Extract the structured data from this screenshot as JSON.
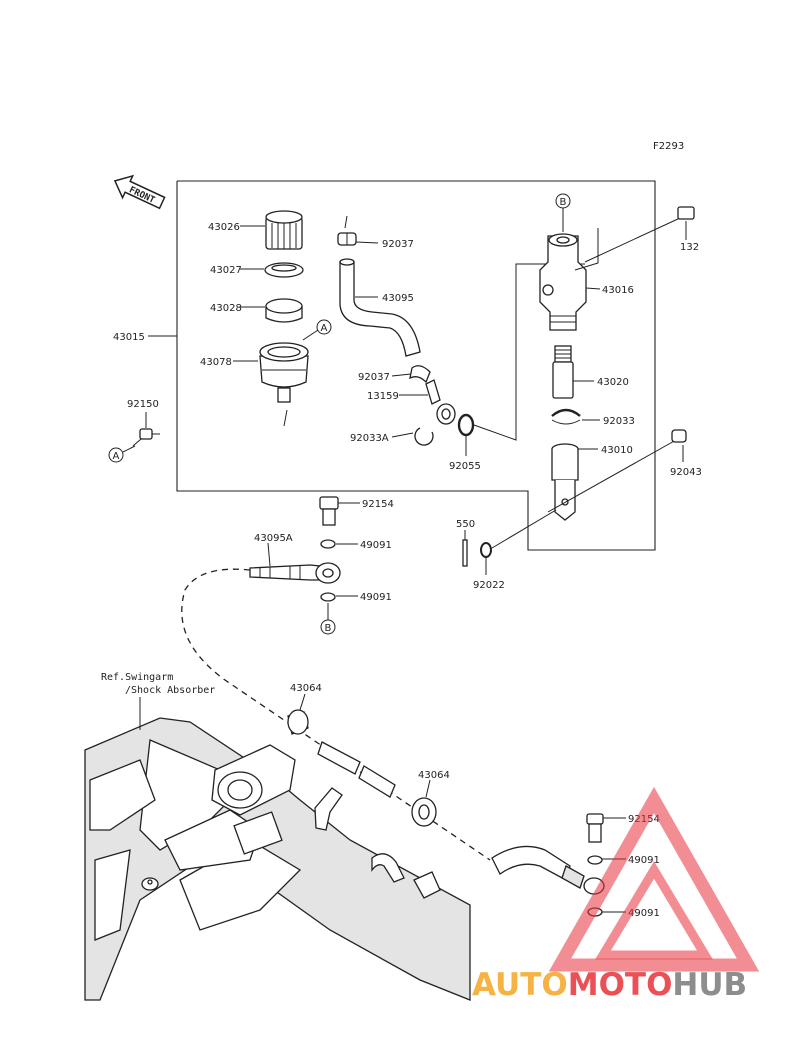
{
  "figure_code": "F2293",
  "front_marker": "FRONT",
  "reference_note": [
    "Ref.Swingarm",
    "/Shock Absorber"
  ],
  "callout_letters": [
    "A",
    "B"
  ],
  "part_labels": {
    "p43026": "43026",
    "p43027": "43027",
    "p43028": "43028",
    "p43078": "43078",
    "p43015": "43015",
    "p92150": "92150",
    "p92037a": "92037",
    "p43095": "43095",
    "p92037b": "92037",
    "p13159": "13159",
    "p92033A": "92033A",
    "p92055": "92055",
    "p43016": "43016",
    "p132": "132",
    "p43020": "43020",
    "p92033": "92033",
    "p43010": "43010",
    "p92043": "92043",
    "p550": "550",
    "p92022": "92022",
    "p92154a": "92154",
    "p49091a": "49091",
    "p43095A": "43095A",
    "p49091b": "49091",
    "p43064a": "43064",
    "p43064b": "43064",
    "p92154b": "92154",
    "p49091c": "49091",
    "p49091d": "49091"
  },
  "watermark": {
    "part1": "AUTO",
    "part2": "MOTO",
    "part3": "HUB",
    "color1": "#f5a623",
    "color2": "#e8323a",
    "color3": "#7a7a7a"
  }
}
